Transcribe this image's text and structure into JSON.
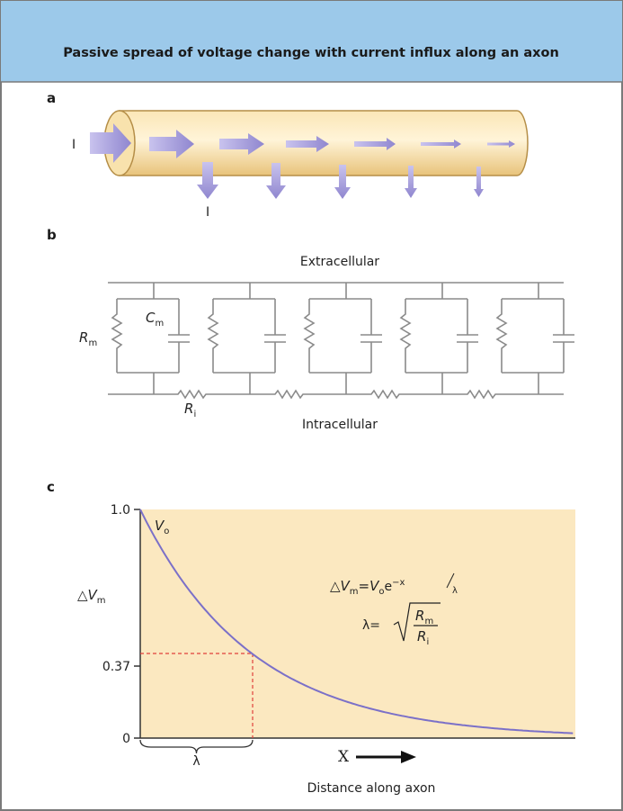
{
  "title": "Passive spread of voltage change with current influx along an axon",
  "panels": {
    "a": {
      "letter": "a",
      "current_in_label": "I",
      "current_out_label": "I"
    },
    "b": {
      "letter": "b",
      "extracellular_label": "Extracellular",
      "intracellular_label": "Intracellular",
      "rm_symbol": "R",
      "rm_sub": "m",
      "cm_symbol": "C",
      "cm_sub": "m",
      "ri_symbol": "R",
      "ri_sub": "i"
    },
    "c": {
      "letter": "c",
      "y_tick_top": "1.0",
      "y_tick_mid": "0.37",
      "y_tick_zero": "0",
      "v0_symbol": "V",
      "v0_sub": "o",
      "ylabel_delta": "△V",
      "ylabel_sub": "m",
      "eq1_lhs": "△V",
      "eq1_lhs_sub": "m",
      "eq1_eq": "=V",
      "eq1_sub": "o",
      "eq1_e": "e",
      "eq1_exp_num": "−x",
      "eq1_exp_den": "λ",
      "eq2_lhs": "λ= ",
      "eq2_num": "R",
      "eq2_num_sub": "m",
      "eq2_den": "R",
      "eq2_den_sub": "i",
      "lambda_label": "λ",
      "x_label": "X",
      "xlabel": "Distance along axon"
    }
  },
  "colors": {
    "header_bg": "#9cc9ea",
    "panel_border": "#7a7a7a",
    "axon_fill": "#f6dca0",
    "axon_shade": "#e9bf72",
    "arrow_fill": "#a39ad6",
    "plot_bg": "#fbe8c0",
    "curve": "#7b70c8",
    "dashed": "#e0403a"
  },
  "chart_data": {
    "type": "line",
    "title": "",
    "xlabel": "Distance along axon",
    "ylabel": "△Vm",
    "ylim": [
      0,
      1.0
    ],
    "y_ticks": [
      0,
      0.37,
      1.0
    ],
    "x_unit": "λ",
    "x_range_lambda": [
      0,
      3.5
    ],
    "function": "ΔVm = Vo·e^(−x/λ)",
    "x": [
      0,
      0.25,
      0.5,
      0.75,
      1.0,
      1.5,
      2.0,
      2.5,
      3.0,
      3.5
    ],
    "y": [
      1.0,
      0.78,
      0.61,
      0.47,
      0.37,
      0.22,
      0.14,
      0.08,
      0.05,
      0.03
    ],
    "annotations": [
      {
        "x": 1.0,
        "y": 0.37,
        "label": "λ"
      }
    ]
  }
}
